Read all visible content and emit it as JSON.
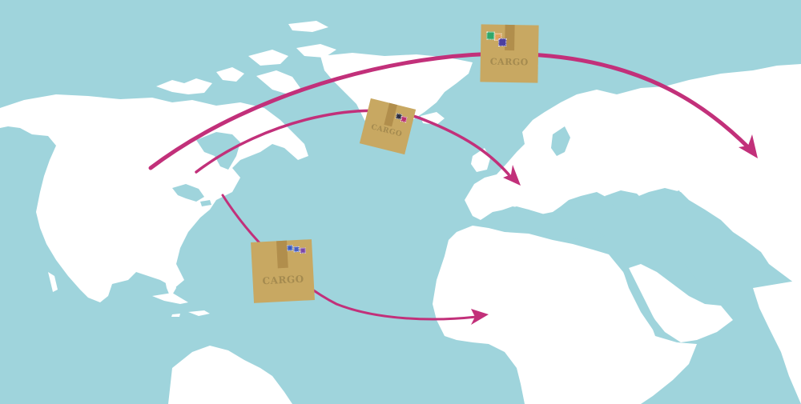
{
  "scene": {
    "title": "Cargo shipping routes world map",
    "colors": {
      "sea": "#9fd4dc",
      "land": "#ffffff",
      "route": "#c2307a",
      "box": "#c8a862",
      "tape": "#b18e4c",
      "label_ink": "#a48a4f"
    }
  },
  "boxes": [
    {
      "name": "cargo-box-north",
      "label": "CARGO",
      "stamps": [
        "#2fa86a",
        "#e3a15a",
        "#4b3fa0"
      ]
    },
    {
      "name": "cargo-box-mid",
      "label": "CARGO",
      "stamps": [
        "#2e2e3f",
        "#b8306e"
      ]
    },
    {
      "name": "cargo-box-south",
      "label": "CARGO",
      "stamps": [
        "#3a5bbf",
        "#4a5fc0",
        "#7b46a8"
      ]
    }
  ],
  "routes": [
    {
      "name": "route-to-asia",
      "from": "North America",
      "to": "Asia"
    },
    {
      "name": "route-to-europe",
      "from": "North America",
      "to": "Europe"
    },
    {
      "name": "route-to-africa",
      "from": "North America",
      "to": "Africa"
    }
  ]
}
